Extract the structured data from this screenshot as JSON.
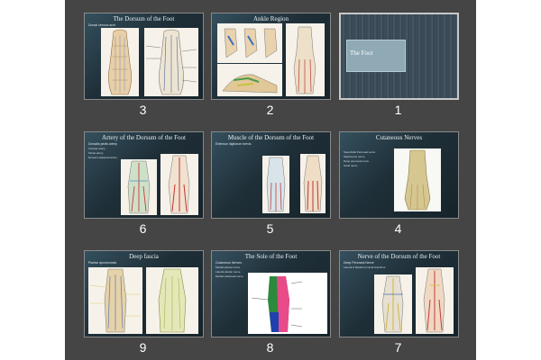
{
  "slides": [
    {
      "number": "3",
      "title": "The Dorsum of the Foot",
      "subtitle": "Dorsal venous arch",
      "bullets": []
    },
    {
      "number": "2",
      "title": "Ankle Region",
      "subtitle": "",
      "bullets": []
    },
    {
      "number": "1",
      "title": "The Foot",
      "subtitle": "",
      "bullets": []
    },
    {
      "number": "6",
      "title": "Artery of the Dorsum of the Foot",
      "subtitle": "Dorsalis pedis artery",
      "bullets": [
        "Arcuate artery",
        "Tarsal artery",
        "Dorsal metatarsal artery"
      ]
    },
    {
      "number": "5",
      "title": "Muscle of the Dorsum of the Foot",
      "subtitle": "Extensor digitorum brevis",
      "bullets": []
    },
    {
      "number": "4",
      "title": "Cutaneous Nerves",
      "subtitle": "",
      "bullets": [
        "Superficial Peroneal nerve",
        "Saphenous nerve",
        "Deep peroneal nerve",
        "Sural nerve"
      ]
    },
    {
      "number": "9",
      "title": "Deep fascia",
      "subtitle": "Plantar aponeurosis",
      "bullets": []
    },
    {
      "number": "8",
      "title": "The Sole of the Foot",
      "subtitle": "Cutaneous Nerves",
      "bullets": [
        "Medial plantar nerve",
        "Lateral plantar nerve",
        "Medial calcaneal nerve"
      ]
    },
    {
      "number": "7",
      "title": "Nerve of the Dorsum of the Foot",
      "subtitle": "Deep Peroneal Nerve",
      "bullets": [
        "Lateral & Medial terminal branches"
      ]
    }
  ],
  "colors": {
    "background": "#454545",
    "slide_bg": "#22343f",
    "number_text": "#ffffff"
  }
}
